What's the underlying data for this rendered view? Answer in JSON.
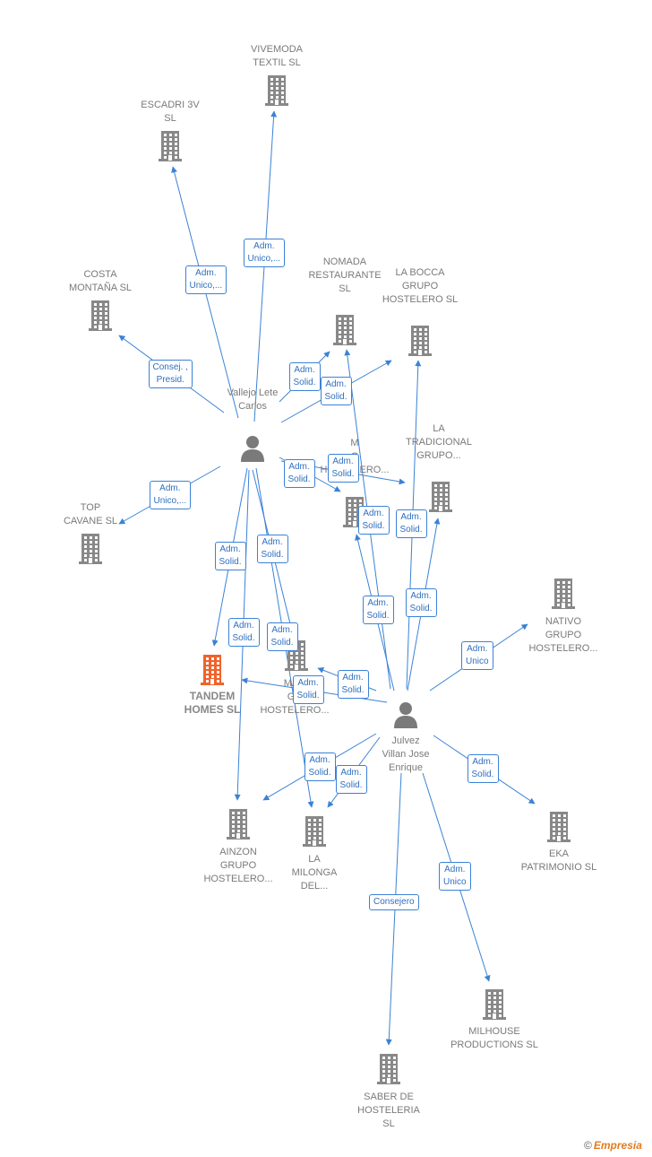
{
  "colors": {
    "edge": "#3b82d6",
    "building": "#888888",
    "highlight": "#f0622a",
    "person": "#7a7a7a"
  },
  "companies": [
    {
      "id": "vivemoda",
      "label": "VIVEMODA\nTEXTIL  SL",
      "icon": "building-icon"
    },
    {
      "id": "escadri",
      "label": "ESCADRI 3V\nSL",
      "icon": "building-icon"
    },
    {
      "id": "costa",
      "label": "COSTA\nMONTAÑA SL",
      "icon": "building-icon"
    },
    {
      "id": "nomada",
      "label": "NOMADA\nRESTAURANTE\nSL",
      "icon": "building-icon"
    },
    {
      "id": "labocca",
      "label": "LA BOCCA\nGRUPO\nHOSTELERO SL",
      "icon": "building-icon"
    },
    {
      "id": "latradicional",
      "label": "LA\nTRADICIONAL\nGRUPO...",
      "icon": "building-icon"
    },
    {
      "id": "hidden1",
      "label": "M\nO\nHOSTELERO...",
      "icon": "building-icon"
    },
    {
      "id": "top",
      "label": "TOP\nCAVANE  SL",
      "icon": "building-icon"
    },
    {
      "id": "tandem",
      "label": "TANDEM\nHOMES  SL",
      "icon": "building-icon",
      "highlight": true
    },
    {
      "id": "mar",
      "label": "MAR\nGR\nHOSTELERO...",
      "icon": "building-icon"
    },
    {
      "id": "nativo",
      "label": "NATIVO\nGRUPO\nHOSTELERO...",
      "icon": "building-icon"
    },
    {
      "id": "ainzon",
      "label": "AINZON\nGRUPO\nHOSTELERO...",
      "icon": "building-icon"
    },
    {
      "id": "lamilonga",
      "label": "LA\nMILONGA\nDEL...",
      "icon": "building-icon"
    },
    {
      "id": "eka",
      "label": "EKA\nPATRIMONIO SL",
      "icon": "building-icon"
    },
    {
      "id": "milhouse",
      "label": "MILHOUSE\nPRODUCTIONS SL",
      "icon": "building-icon"
    },
    {
      "id": "saber",
      "label": "SABER DE\nHOSTELERIA\nSL",
      "icon": "building-icon"
    }
  ],
  "people": [
    {
      "id": "vallejo",
      "label": "Vallejo Lete\nCarlos",
      "icon": "person-icon"
    },
    {
      "id": "julvez",
      "label": "Julvez\nVillan Jose\nEnrique",
      "icon": "person-icon"
    }
  ],
  "relations": [
    {
      "from": "vallejo",
      "to": "vivemoda",
      "label": "Adm.\nUnico,..."
    },
    {
      "from": "vallejo",
      "to": "escadri",
      "label": "Adm.\nUnico,..."
    },
    {
      "from": "vallejo",
      "to": "costa",
      "label": "Consej. ,\nPresid."
    },
    {
      "from": "vallejo",
      "to": "nomada",
      "label": "Adm.\nSolid."
    },
    {
      "from": "vallejo",
      "to": "labocca",
      "label": "Adm.\nSolid."
    },
    {
      "from": "vallejo",
      "to": "hidden1",
      "label": "Adm.\nSolid."
    },
    {
      "from": "vallejo",
      "to": "latradicional",
      "label": "Adm.\nSolid."
    },
    {
      "from": "vallejo",
      "to": "top",
      "label": "Adm.\nUnico,..."
    },
    {
      "from": "vallejo",
      "to": "tandem",
      "label": "Adm.\nSolid."
    },
    {
      "from": "vallejo",
      "to": "ainzon",
      "label": "Adm.\nSolid."
    },
    {
      "from": "vallejo",
      "to": "lamilonga",
      "label": "Adm.\nSolid."
    },
    {
      "from": "vallejo",
      "to": "mar",
      "label": "Adm.\nSolid."
    },
    {
      "from": "julvez",
      "to": "hidden1",
      "label": "Adm.\nSolid."
    },
    {
      "from": "julvez",
      "to": "latradicional",
      "label": "Adm.\nSolid."
    },
    {
      "from": "julvez",
      "to": "nomada",
      "label": "Adm.\nSolid."
    },
    {
      "from": "julvez",
      "to": "labocca",
      "label": "Adm.\nSolid."
    },
    {
      "from": "julvez",
      "to": "tandem",
      "label": "Adm.\nSolid."
    },
    {
      "from": "julvez",
      "to": "mar",
      "label": "Adm.\nSolid."
    },
    {
      "from": "julvez",
      "to": "nativo",
      "label": "Adm.\nUnico"
    },
    {
      "from": "julvez",
      "to": "ainzon",
      "label": "Adm.\nSolid."
    },
    {
      "from": "julvez",
      "to": "lamilonga",
      "label": "Adm.\nSolid."
    },
    {
      "from": "julvez",
      "to": "eka",
      "label": "Adm.\nSolid."
    },
    {
      "from": "julvez",
      "to": "milhouse",
      "label": "Adm.\nUnico"
    },
    {
      "from": "julvez",
      "to": "saber",
      "label": "Consejero"
    }
  ],
  "watermark": {
    "symbol": "©",
    "brand": "Empresia"
  }
}
